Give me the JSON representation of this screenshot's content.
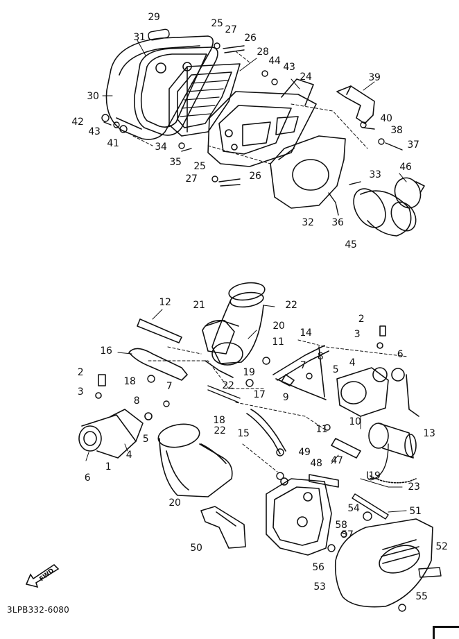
{
  "drawing_code": "3LPB332-6080",
  "fwd_label": "FWD",
  "icons": {
    "arrow": "fwd-arrow-icon"
  },
  "callouts": {
    "n29": "29",
    "n31": "31",
    "n25a": "25",
    "n27a": "27",
    "n26a": "26",
    "n28": "28",
    "n44": "44",
    "n43a": "43",
    "n24": "24",
    "n39": "39",
    "n30": "30",
    "n42": "42",
    "n43b": "43",
    "n41": "41",
    "n40": "40",
    "n38": "38",
    "n37": "37",
    "n34": "34",
    "n35": "35",
    "n25b": "25",
    "n26b": "26",
    "n27b": "27",
    "n33": "33",
    "n46": "46",
    "n32": "32",
    "n36": "36",
    "n45": "45",
    "n12": "12",
    "n21": "21",
    "n22a": "22",
    "n20a": "20",
    "n2a": "2",
    "n3a": "3",
    "n14": "14",
    "n16": "16",
    "n11a": "11",
    "n8a": "8",
    "n4a": "4",
    "n6a": "6",
    "n7a": "7",
    "n5a": "5",
    "n2b": "2",
    "n18a": "18",
    "n19a": "19",
    "n22b": "22",
    "n17": "17",
    "n9": "9",
    "n3b": "3",
    "n7b": "7",
    "n8b": "8",
    "n18b": "18",
    "n10": "10",
    "n13": "13",
    "n15": "15",
    "n11b": "11",
    "n5b": "5",
    "n4b": "4",
    "n22c": "22",
    "n6b": "6",
    "n1": "1",
    "n49": "49",
    "n48": "48",
    "n47": "47",
    "n19b": "19",
    "n23": "23",
    "n20b": "20",
    "n51": "51",
    "n54": "54",
    "n58": "58",
    "n57": "57",
    "n50": "50",
    "n52": "52",
    "n56": "56",
    "n53": "53",
    "n55": "55"
  }
}
